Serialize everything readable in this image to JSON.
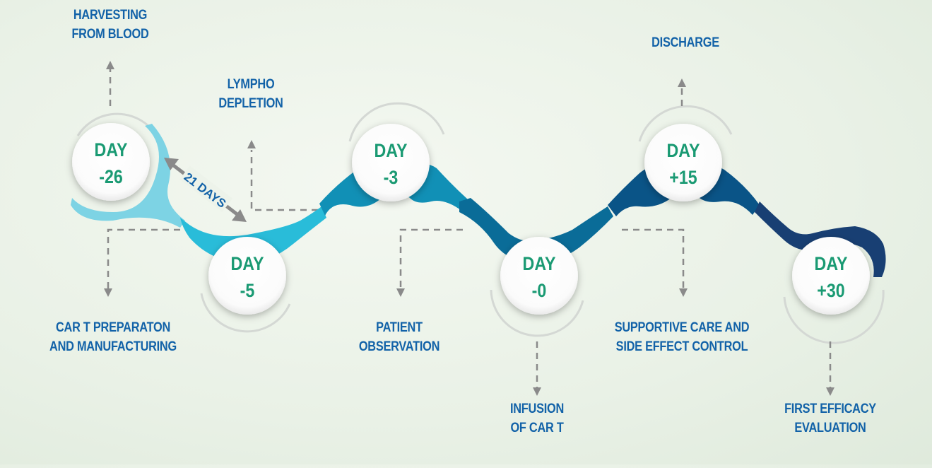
{
  "milestones": [
    {
      "day_label": "DAY",
      "day_value": "-26",
      "color": "#7dd3e4"
    },
    {
      "day_label": "DAY",
      "day_value": "-5",
      "color": "#29bcd9"
    },
    {
      "day_label": "DAY",
      "day_value": "-3",
      "color": "#1190b6"
    },
    {
      "day_label": "DAY",
      "day_value": "-0",
      "color": "#0a6c98"
    },
    {
      "day_label": "DAY",
      "day_value": "+15",
      "color": "#0a5487"
    },
    {
      "day_label": "DAY",
      "day_value": "+30",
      "color": "#183f73"
    }
  ],
  "interval": {
    "label": "21 DAYS"
  },
  "steps": {
    "harvesting": {
      "line1": "HARVESTING",
      "line2": "FROM BLOOD"
    },
    "car_t_prep": {
      "line1": "CAR T PREPARATON",
      "line2": "AND MANUFACTURING"
    },
    "lympho": {
      "line1": "LYMPHO",
      "line2": "DEPLETION"
    },
    "observation": {
      "line1": "PATIENT",
      "line2": "OBSERVATION"
    },
    "infusion": {
      "line1": "INFUSION",
      "line2": "OF CAR  T"
    },
    "discharge": {
      "line1": "DISCHARGE"
    },
    "supportive": {
      "line1": "SUPPORTIVE CARE AND",
      "line2": "SIDE EFFECT CONTROL"
    },
    "efficacy": {
      "line1": "FIRST  EFFICACY",
      "line2": "EVALUATION"
    }
  },
  "colors": {
    "label_text": "#1262a8",
    "day_text": "#1a9a73",
    "connector": "#8a8a8a"
  }
}
